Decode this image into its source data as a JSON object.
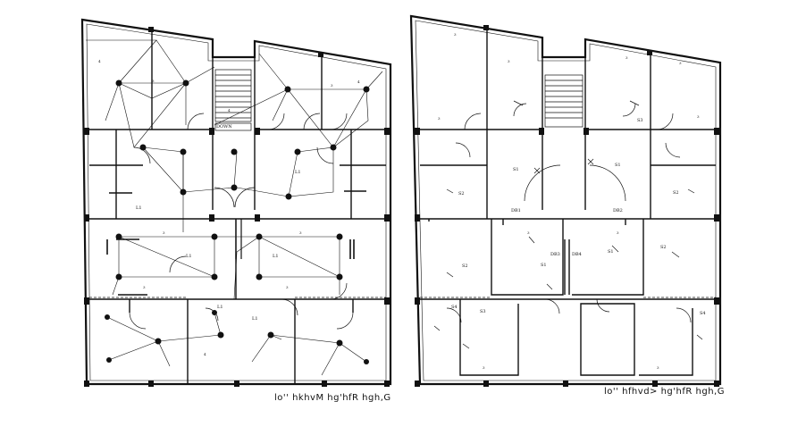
{
  "plans": [
    {
      "caption": "lo'' hkhvM hg'hfR hgh,G",
      "stair_label": "DOWN",
      "light_labels": [
        "L1",
        "L1",
        "L1",
        "L1",
        "L1",
        "L1"
      ],
      "circuit_number": "3",
      "switch_number": "4"
    },
    {
      "caption": "lo'' hfhvd> hg'hfR hgh,G",
      "socket_labels": [
        "S1",
        "S1",
        "S1",
        "S1",
        "S2",
        "S2",
        "S2",
        "S2",
        "S3",
        "S3",
        "S4",
        "S4"
      ],
      "db_labels": [
        "DB1",
        "DB2",
        "DB3",
        "DB4"
      ],
      "circuit_number": "3"
    }
  ]
}
